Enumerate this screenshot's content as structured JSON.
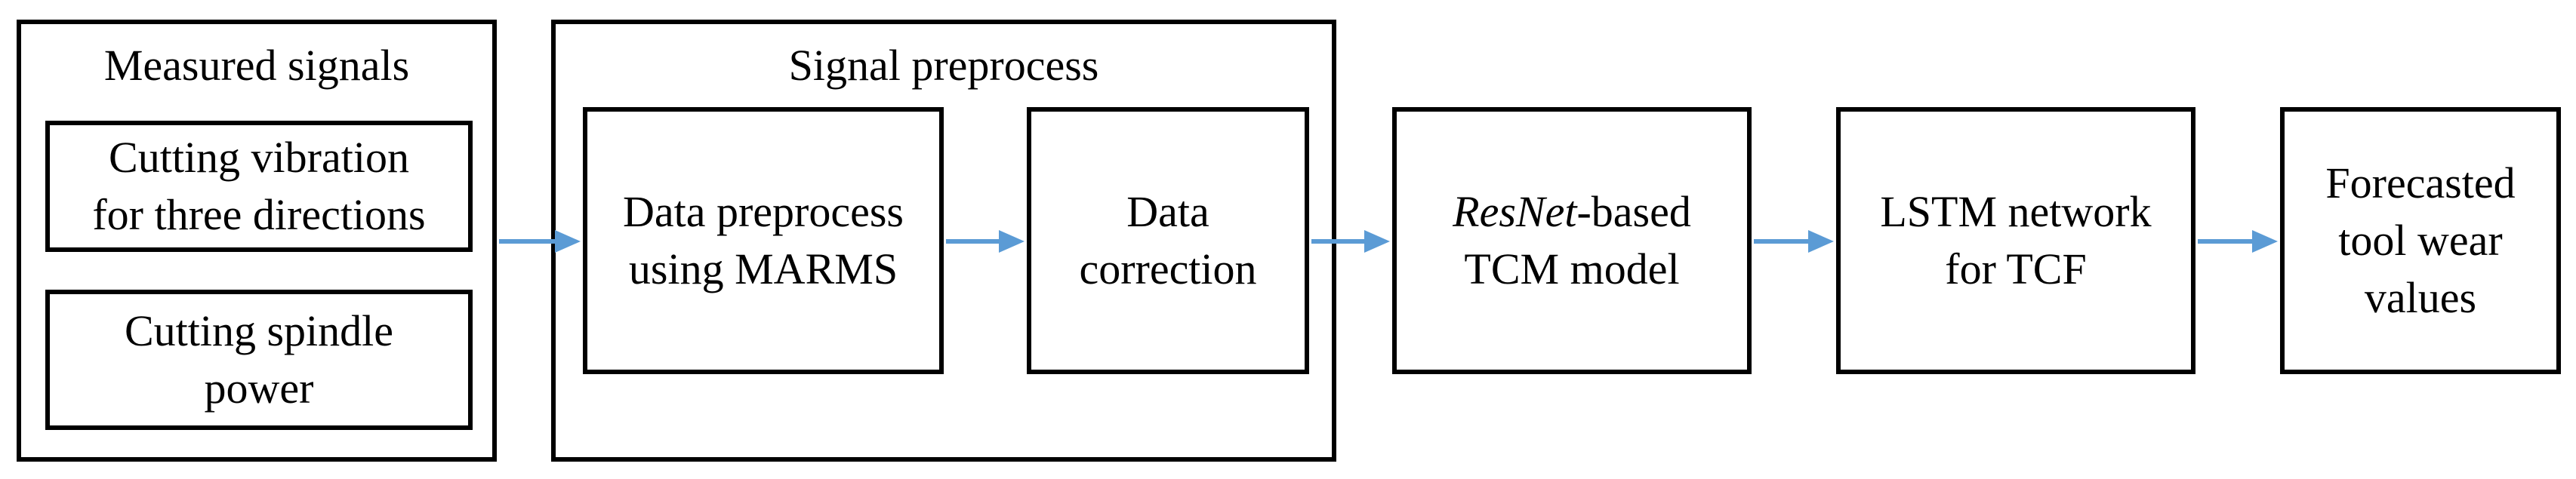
{
  "groups": {
    "measured_signals": {
      "title": "Measured signals",
      "items": [
        {
          "lines": [
            "Cutting vibration",
            "for three directions"
          ]
        },
        {
          "lines": [
            "Cutting spindle",
            "power"
          ]
        }
      ]
    },
    "signal_preprocess": {
      "title": "Signal preprocess",
      "items": [
        {
          "lines": [
            "Data preprocess",
            "using MARMS"
          ]
        },
        {
          "lines": [
            "Data",
            "correction"
          ]
        }
      ]
    }
  },
  "nodes": {
    "resnet": {
      "italic": "ResNet",
      "rest": "-based",
      "line2": "TCM model"
    },
    "lstm": {
      "lines": [
        "LSTM network",
        "for TCF"
      ]
    },
    "forecast": {
      "lines": [
        "Forecasted",
        "tool wear",
        "values"
      ]
    }
  },
  "colors": {
    "arrow": "#5b9bd5",
    "border": "#000000"
  }
}
